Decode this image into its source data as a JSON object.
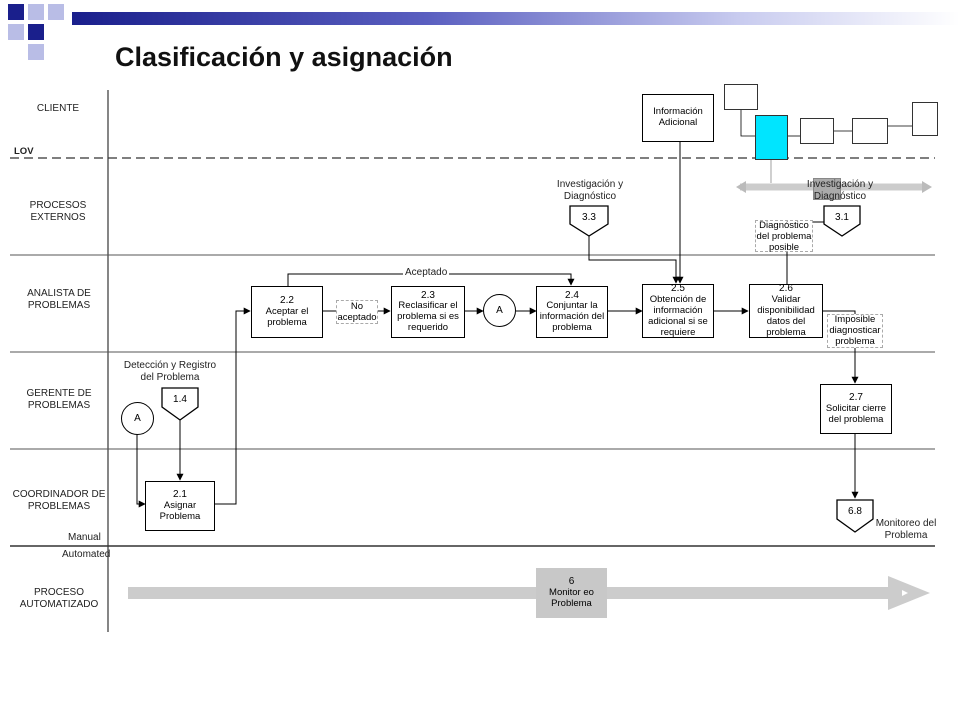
{
  "title": "Clasificación y asignación",
  "colors": {
    "header_navy": "#1a1f8c",
    "accent_cyan": "#00e5ff",
    "automated_bar": "#cccccc",
    "process_six": "#c8c8c8"
  },
  "lanes": {
    "cliente": "CLIENTE",
    "lov": "LOV",
    "procesos_externos": "PROCESOS EXTERNOS",
    "analista": "ANALISTA DE PROBLEMAS",
    "gerente": "GERENTE DE PROBLEMAS",
    "coordinador": "COORDINADOR DE PROBLEMAS",
    "manual": "Manual",
    "automated": "Automated",
    "automatizado": "PROCESO AUTOMATIZADO"
  },
  "nodes": {
    "info_adicional": "Información Adicional",
    "inv_label": "Investigación y Diagnóstico",
    "p33": "3.3",
    "p31": "3.1",
    "inv_label_right": "Investigación y Diagnóstico",
    "diag_note": "Diagnóstico del problema posible",
    "aceptado": "Aceptado",
    "p22_num": "2.2",
    "p22_text": "Aceptar el problema",
    "no_aceptado": "No aceptado",
    "p23_num": "2.3",
    "p23_text": "Reclasificar el problema si es requerido",
    "conn_a": "A",
    "p24_num": "2.4",
    "p24_text": "Conjuntar la información del problema",
    "p25_num": "2.5",
    "p25_text": "Obtención de información adicional si se requiere",
    "p26_num": "2.6",
    "p26_text": "Validar disponibilidad datos del problema",
    "imposible": "Imposible diagnosticar problema",
    "det_label": "Detección y Registro del Problema",
    "p14": "1.4",
    "p27_num": "2.7",
    "p27_text": "Solicitar cierre del problema",
    "p21_num": "2.1",
    "p21_text": "Asignar Problema",
    "p68": "6.8",
    "monitoreo_label": "Monitoreo del Problema",
    "p6_num": "6",
    "p6_text": "Monitor eo Problema"
  }
}
